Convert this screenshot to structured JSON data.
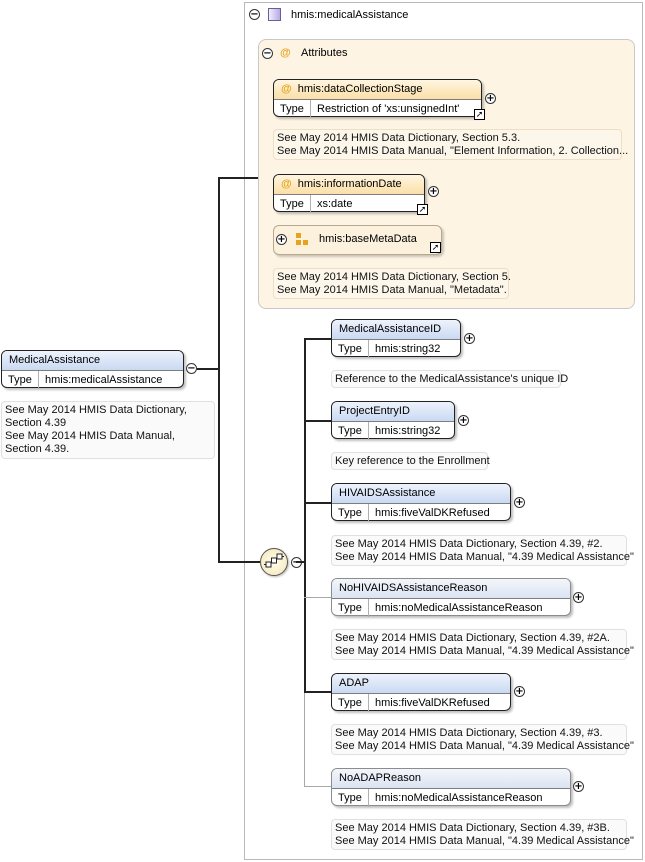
{
  "root": {
    "name": "MedicalAssistance",
    "type_label": "Type",
    "type_value": "hmis:medicalAssistance",
    "doc": [
      "See May 2014 HMIS Data Dictionary, Section 4.39",
      "See May 2014 HMIS Data Manual, Section 4.39."
    ]
  },
  "complex_type": {
    "label": "hmis:medicalAssistance"
  },
  "attributes": {
    "title": "Attributes",
    "items": [
      {
        "name": "hmis:dataCollectionStage",
        "type_label": "Type",
        "type_value": "Restriction of 'xs:unsignedInt'",
        "doc": [
          "See May 2014 HMIS Data Dictionary, Section 5.3.",
          "See May 2014 HMIS Data Manual, \"Element Information, 2. Collection..."
        ]
      },
      {
        "name": "hmis:informationDate",
        "type_label": "Type",
        "type_value": "xs:date"
      },
      {
        "name": "hmis:baseMetaData",
        "doc": [
          "See May 2014 HMIS Data Dictionary, Section 5.",
          "See May 2014 HMIS Data Manual, \"Metadata\"."
        ]
      }
    ]
  },
  "sequence": [
    {
      "name": "MedicalAssistanceID",
      "type_label": "Type",
      "type_value": "hmis:string32",
      "doc": [
        "Reference to the MedicalAssistance's unique ID"
      ]
    },
    {
      "name": "ProjectEntryID",
      "type_label": "Type",
      "type_value": "hmis:string32",
      "doc": [
        "Key reference to the Enrollment"
      ]
    },
    {
      "name": "HIVAIDSAssistance",
      "type_label": "Type",
      "type_value": "hmis:fiveValDKRefused",
      "doc": [
        "See May 2014 HMIS Data Dictionary, Section 4.39, #2.",
        "See May 2014 HMIS Data Manual, \"4.39 Medical Assistance\""
      ]
    },
    {
      "name": "NoHIVAIDSAssistanceReason",
      "type_label": "Type",
      "type_value": "hmis:noMedicalAssistanceReason",
      "doc": [
        "See May 2014 HMIS Data Dictionary, Section 4.39, #2A.",
        "See May 2014 HMIS Data Manual, \"4.39 Medical Assistance\""
      ]
    },
    {
      "name": "ADAP",
      "type_label": "Type",
      "type_value": "hmis:fiveValDKRefused",
      "doc": [
        "See May 2014 HMIS Data Dictionary, Section 4.39, #3.",
        "See May 2014 HMIS Data Manual, \"4.39 Medical Assistance\""
      ]
    },
    {
      "name": "NoADAPReason",
      "type_label": "Type",
      "type_value": "hmis:noMedicalAssistanceReason",
      "doc": [
        "See May 2014 HMIS Data Dictionary, Section 4.39, #3B.",
        "See May 2014 HMIS Data Manual, \"4.39 Medical Assistance\""
      ]
    }
  ],
  "icons": {
    "collapse": "minus-circle-icon",
    "expand": "plus-circle-icon",
    "link": "reference-arrow-icon",
    "sequence": "sequence-compositor-icon",
    "complex_type": "complex-type-icon",
    "attribute_group": "attribute-group-icon"
  },
  "colors": {
    "element_header": "#c9d9f3",
    "attribute_header": "#fbdfa7",
    "attributes_panel": "#fdf4e4"
  }
}
